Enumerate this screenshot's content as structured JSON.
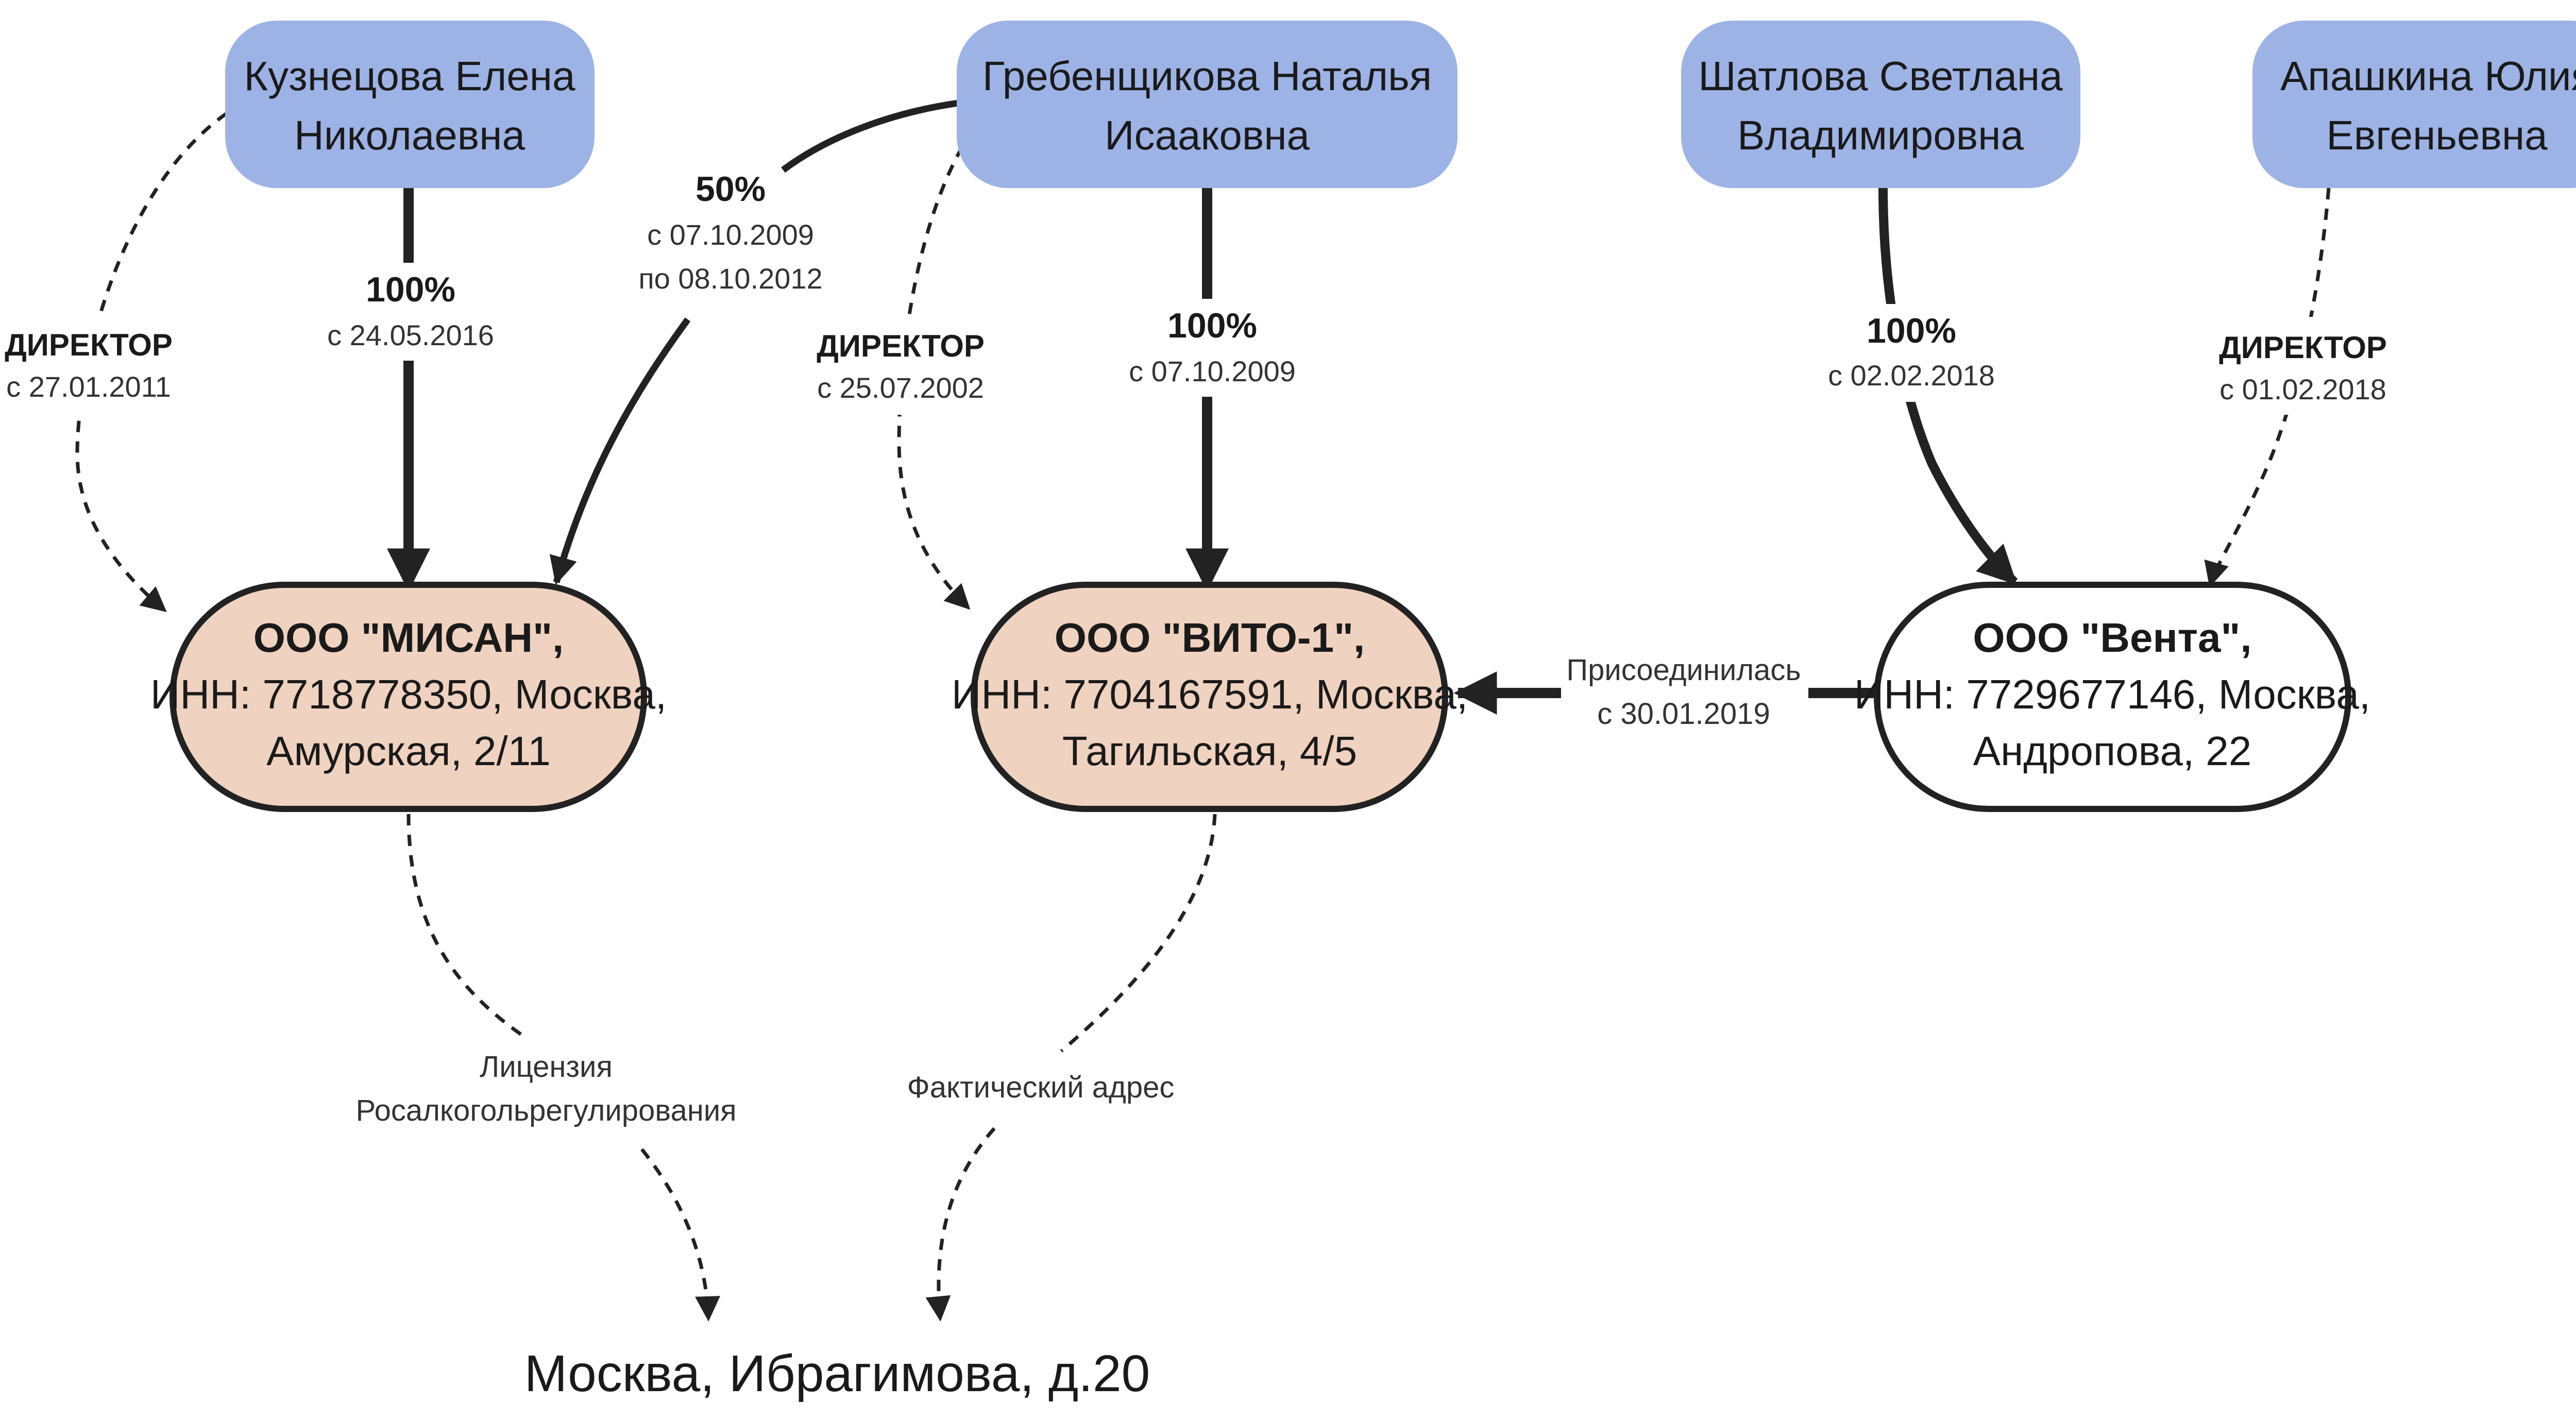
{
  "colors": {
    "person_fill": "#9db3e6",
    "company_fill": "#efd2bf",
    "company_plain_fill": "#ffffff",
    "stroke": "#222222"
  },
  "persons": {
    "kuznetsova": {
      "line1": "Кузнецова Елена",
      "line2": "Николаевна"
    },
    "grebenshchikova": {
      "line1": "Гребенщикова Наталья",
      "line2": "Исааковна"
    },
    "shatlova": {
      "line1": "Шатлова Светлана",
      "line2": "Владимировна"
    },
    "apashkina": {
      "line1": "Апашкина Юлия",
      "line2": "Евгеньевна"
    }
  },
  "companies": {
    "misan": {
      "name": "ООО \"МИСАН\",",
      "line2": "ИНН: 7718778350, Москва,",
      "line3": "Амурская, 2/11"
    },
    "vito": {
      "name": "ООО \"ВИТО-1\",",
      "line2": "ИНН: 7704167591, Москва,",
      "line3": "Тагильская, 4/5"
    },
    "venta": {
      "name": "ООО \"Вента\",",
      "line2": "ИНН: 7729677146, Москва,",
      "line3": "Андропова, 22"
    }
  },
  "edges": {
    "kuz_misan_owner": {
      "share": "100%",
      "date": "с 24.05.2016"
    },
    "kuz_misan_director": {
      "role": "ДИРЕКТОР",
      "date": "с 27.01.2011"
    },
    "greb_misan_owner": {
      "share": "50%",
      "date1": "с 07.10.2009",
      "date2": "по 08.10.2012"
    },
    "greb_vito_director": {
      "role": "ДИРЕКТОР",
      "date": "с 25.07.2002"
    },
    "greb_vito_owner": {
      "share": "100%",
      "date": "с 07.10.2009"
    },
    "shat_venta_owner": {
      "share": "100%",
      "date": "с 02.02.2018"
    },
    "apash_venta_director": {
      "role": "ДИРЕКТОР",
      "date": "с 01.02.2018"
    },
    "venta_vito_merge": {
      "line1": "Присоединилась",
      "line2": "с 30.01.2019"
    },
    "misan_address": {
      "line1": "Лицензия",
      "line2": "Росалкогольрегулирования"
    },
    "vito_address": {
      "line1": "Фактический адрес"
    }
  },
  "address": {
    "text": "Москва, Ибрагимова, д.20"
  }
}
